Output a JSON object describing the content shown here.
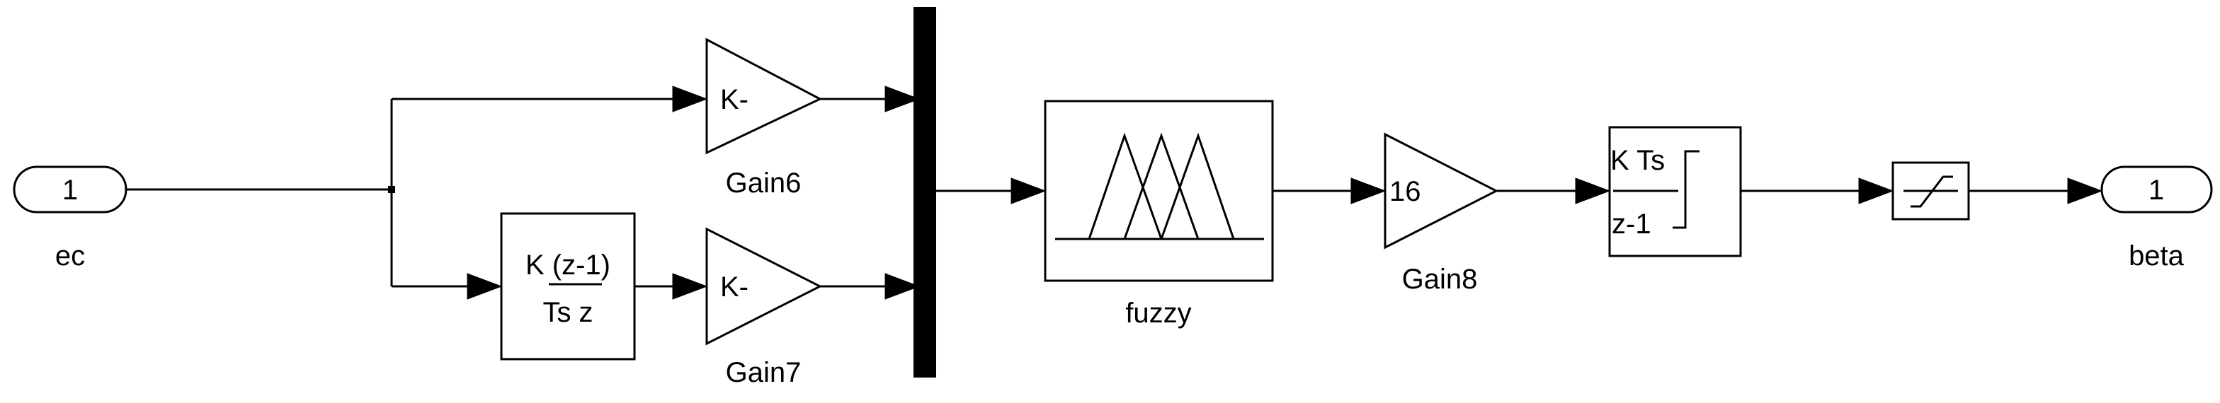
{
  "diagram": {
    "blocks": {
      "inport": {
        "number": "1",
        "label": "ec"
      },
      "derivative": {
        "numerator": "K (z-1)",
        "denominator": "Ts z"
      },
      "gain6": {
        "value": "K-",
        "label": "Gain6"
      },
      "gain7": {
        "value": "K-",
        "label": "Gain7"
      },
      "fuzzy": {
        "label": "fuzzy"
      },
      "gain8": {
        "value": "16",
        "label": "Gain8"
      },
      "integrator": {
        "numerator": "K Ts",
        "denominator": "z-1"
      },
      "outport": {
        "number": "1",
        "label": "beta"
      }
    }
  }
}
